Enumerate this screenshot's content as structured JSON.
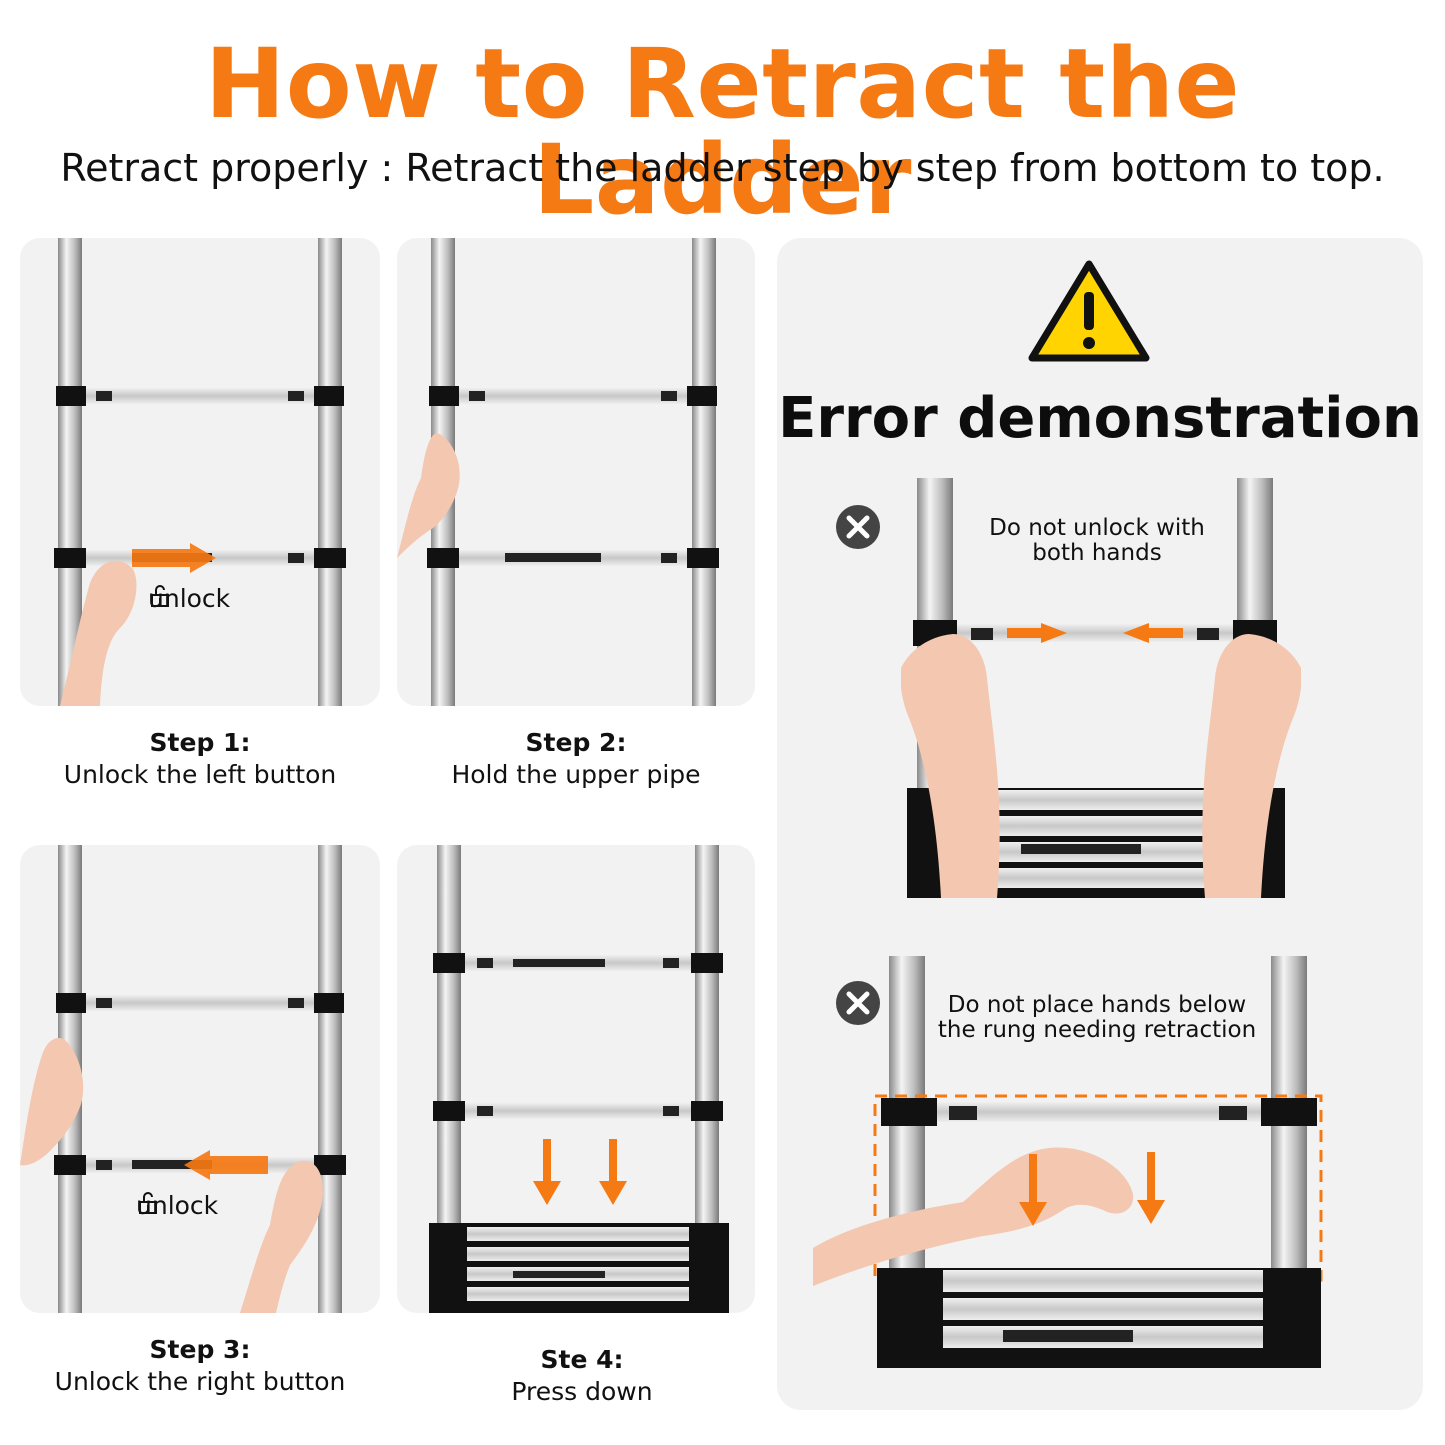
{
  "header": {
    "title": "How to Retract the Ladder",
    "subtitle": "Retract properly : Retract the ladder step by step from bottom to top."
  },
  "steps": [
    {
      "step": "Step 1:",
      "text": "Unlock the left button",
      "badge": "unlock"
    },
    {
      "step": "Step 2:",
      "text": "Hold the upper pipe"
    },
    {
      "step": "Step 3:",
      "text": "Unlock the right button",
      "badge": "unlock"
    },
    {
      "step": "Ste 4:",
      "text": "Press down"
    }
  ],
  "error": {
    "icon": "warning-triangle-icon",
    "title": "Error demonstration",
    "items": [
      {
        "icon": "x-circle-icon",
        "note": "Do not unlock with both hands"
      },
      {
        "icon": "x-circle-icon",
        "note": "Do not place hands below the rung needing retraction"
      }
    ]
  },
  "colors": {
    "accent": "#f57a14",
    "panel": "#f2f2f2",
    "warning": "#ffd400"
  }
}
